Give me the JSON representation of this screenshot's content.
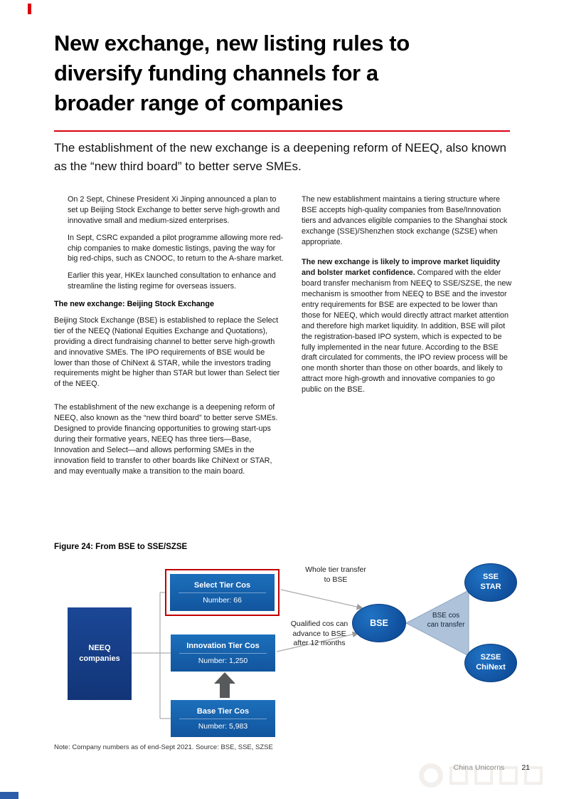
{
  "header": {
    "title_lines": [
      "New exchange, new listing rules to",
      "diversify funding channels for a",
      "broader range of companies"
    ],
    "subtitle": "The establishment of the new exchange is a deepening reform of NEEQ, also known as the “new third board” to better serve SMEs."
  },
  "body": {
    "left": {
      "intro_paras": [
        "On 2 Sept, Chinese President Xi Jinping announced a plan to set up Beijing Stock Exchange to better serve high-growth and innovative small and medium-sized enterprises.",
        "In Sept, CSRC expanded a pilot programme allowing more red-chip companies to make domestic listings, paving the way for big red-chips, such as CNOOC, to return to the A-share market.",
        "Earlier this year, HKEx launched consultation to enhance and streamline the listing regime for overseas issuers."
      ],
      "heading": "The new exchange: Beijing Stock Exchange",
      "paras": [
        "Beijing Stock Exchange (BSE) is established to replace the Select tier of the NEEQ (National Equities Exchange and Quotations), providing a direct fundraising channel to better serve high-growth and innovative SMEs. The IPO requirements of BSE would be lower than those of ChiNext & STAR, while the investors trading requirements might be higher than STAR but lower than Select tier of the NEEQ.",
        "The establishment of the new exchange is a deepening reform of NEEQ, also known as the “new third board” to better serve SMEs. Designed to provide financing opportunities to growing start-ups during their formative years, NEEQ has three tiers—Base, Innovation and Select—and allows performing SMEs in the innovation field to transfer to other boards like ChiNext or STAR, and may eventually make a transition to the main board."
      ]
    },
    "right": {
      "para1": "The new establishment maintains a tiering structure where BSE accepts high-quality companies from Base/Innovation tiers and advances eligible companies to the Shanghai stock exchange (SSE)/Shenzhen stock exchange (SZSE) when appropriate.",
      "para2_bold": "The new exchange is likely to improve market liquidity and bolster market confidence.",
      "para2_rest": " Compared with the elder board transfer mechanism from NEEQ to SSE/SZSE, the new mechanism is smoother from NEEQ to BSE and the investor entry requirements for BSE are expected to be lower than those for NEEQ, which would directly attract market attention and therefore high market liquidity. In addition, BSE will pilot the registration-based IPO system, which is expected to be fully implemented in the near future. According to the BSE draft circulated for comments, the IPO review process will be one month shorter than those on other boards, and likely to attract more high-growth and innovative companies to go public on the BSE."
    }
  },
  "figure": {
    "caption": "Figure 24: From BSE to SSE/SZSE",
    "nodes": {
      "neeq_label": "NEEQ companies",
      "select_title": "Select Tier Cos",
      "select_number": "Number: 66",
      "innovation_title": "Innovation Tier Cos",
      "innovation_number": "Number: 1,250",
      "base_title": "Base Tier Cos",
      "base_number": "Number: 5,983",
      "bse_label": "BSE",
      "sse_line1": "SSE",
      "sse_line2": "STAR",
      "szse_line1": "SZSE",
      "szse_line2": "ChiNext",
      "transfer_line1": "BSE cos",
      "transfer_line2": "can transfer"
    },
    "labels": {
      "whole_tier": "Whole tier transfer to BSE",
      "qualified": "Qualified cos can advance to BSE after 12 months"
    },
    "note": "Note: Company numbers as of end-Sept 2021. Source: BSE, SSE, SZSE"
  },
  "footer": {
    "section": "China Unicorns",
    "page_number": "21"
  },
  "colors": {
    "accent_red": "#DB0011",
    "highlight_red": "#C00000",
    "tier_blue": "#15579F",
    "neeq_navy": "#173F8C",
    "triangle_gray_blue": "#AEC3D9",
    "connector_gray": "#AAAAAA"
  }
}
